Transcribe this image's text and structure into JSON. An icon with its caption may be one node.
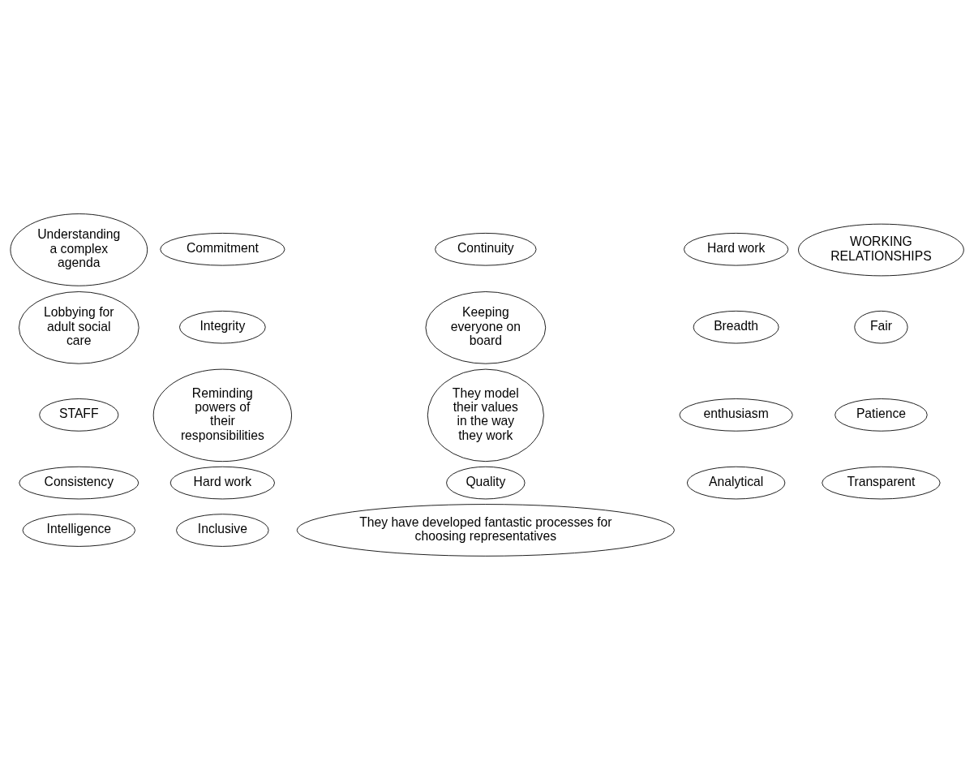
{
  "diagram": {
    "nodes": [
      {
        "text": [
          "Understanding a complex agenda"
        ]
      },
      {
        "text": [
          "Commitment"
        ]
      },
      {
        "text": [
          "Continuity"
        ]
      },
      {
        "text": [
          "Hard work"
        ]
      },
      {
        "text": [
          "WORKING RELATIONSHIPS"
        ]
      },
      {
        "text": [
          "Lobbying for adult social care"
        ]
      },
      {
        "text": [
          "Integrity"
        ]
      },
      {
        "text": [
          "Keeping everyone on board"
        ]
      },
      {
        "text": [
          "Breadth"
        ]
      },
      {
        "text": [
          "Fair"
        ]
      },
      {
        "text": [
          "STAFF"
        ]
      },
      {
        "text": [
          "Reminding powers of their responsibilities"
        ]
      },
      {
        "text": [
          "They model their values in the way they work"
        ]
      },
      {
        "text": [
          "enthusiasm"
        ]
      },
      {
        "text": [
          "Patience"
        ]
      },
      {
        "text": [
          "Consistency"
        ]
      },
      {
        "text": [
          "Hard work"
        ]
      },
      {
        "text": [
          "Quality"
        ]
      },
      {
        "text": [
          "Analytical"
        ]
      },
      {
        "text": [
          "Transparent"
        ]
      },
      {
        "text": [
          "Intelligence"
        ]
      },
      {
        "text": [
          "Inclusive"
        ]
      },
      {
        "text": [
          "They have developed fantastic processes for choosing representatives"
        ]
      }
    ]
  }
}
